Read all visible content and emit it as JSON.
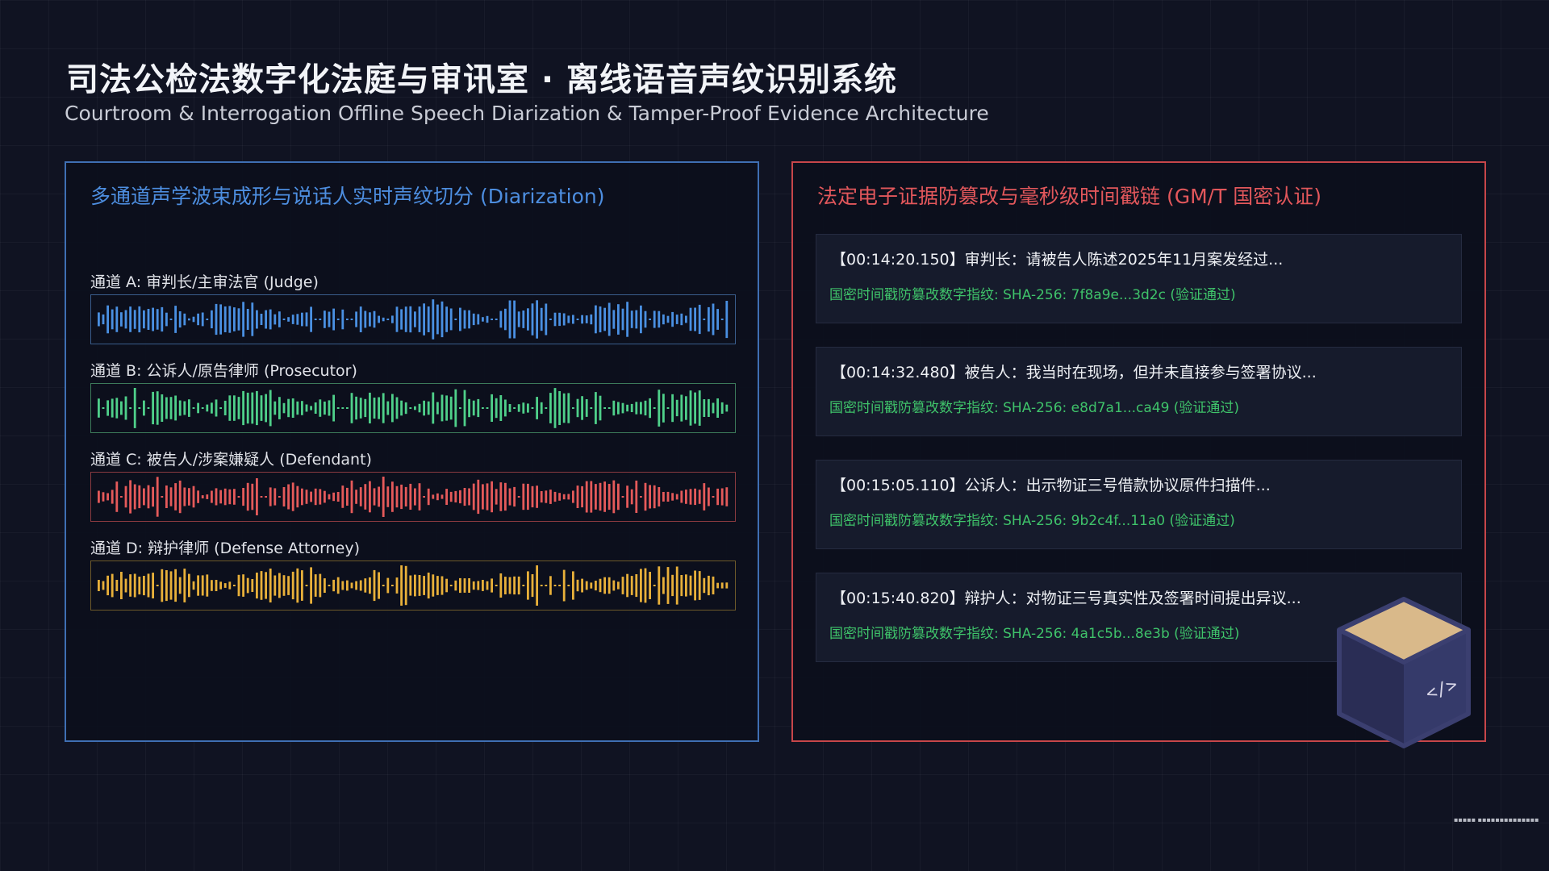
{
  "header": {
    "title": "司法公检法数字化法庭与审讯室 ·  离线语音声纹识别系统",
    "subtitle": "Courtroom & Interrogation Offline Speech Diarization & Tamper-Proof Evidence Architecture"
  },
  "left_panel": {
    "title": "多通道声学波束成形与说话人实时声纹切分 (Diarization)",
    "channels": [
      {
        "label": "通道 A: 审判长/主审法官 (Judge)",
        "color": "#4a90e2",
        "border": "#3a5d8c"
      },
      {
        "label": "通道 B: 公诉人/原告律师 (Prosecutor)",
        "color": "#4fd08a",
        "border": "#3c7a5a"
      },
      {
        "label": "通道 C: 被告人/涉案嫌疑人 (Defendant)",
        "color": "#e55a5a",
        "border": "#8a3a40"
      },
      {
        "label": "通道 D: 辩护律师 (Defense Attorney)",
        "color": "#e8b03a",
        "border": "#6e5a2a"
      }
    ]
  },
  "right_panel": {
    "title": "法定电子证据防篡改与毫秒级时间戳链 (GM/T 国密认证)",
    "logs": [
      {
        "text": "【00:14:20.150】审判长：请被告人陈述2025年11月案发经过...",
        "hash": "国密时间戳防篡改数字指纹: SHA-256: 7f8a9e...3d2c (验证通过)"
      },
      {
        "text": "【00:14:32.480】被告人：我当时在现场，但并未直接参与签署协议...",
        "hash": "国密时间戳防篡改数字指纹: SHA-256: e8d7a1...ca49 (验证通过)"
      },
      {
        "text": "【00:15:05.110】公诉人：出示物证三号借款协议原件扫描件...",
        "hash": "国密时间戳防篡改数字指纹: SHA-256: 9b2c4f...11a0 (验证通过)"
      },
      {
        "text": "【00:15:40.820】辩护人：对物证三号真实性及签署时间提出异议...",
        "hash": "国密时间戳防篡改数字指纹: SHA-256: 4a1c5b...8e3b (验证通过)"
      }
    ]
  },
  "icons": {
    "cube": "code-cube-icon"
  },
  "footnote": "▪▪▪▪▪ ▪▪▪▪▪▪▪▪▪▪▪▪▪▪"
}
